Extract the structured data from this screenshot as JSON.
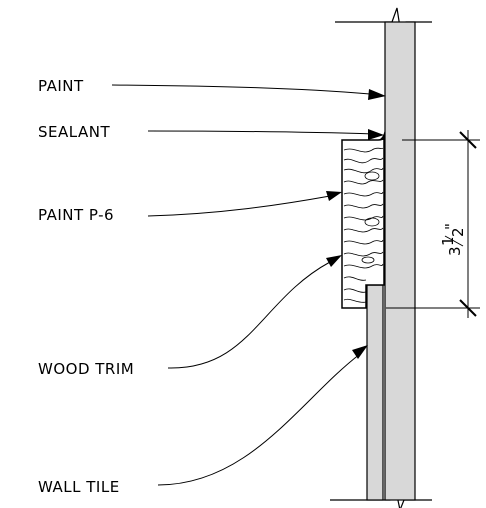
{
  "labels": {
    "paint": "PAINT",
    "sealant": "SEALANT",
    "paint_p6": "PAINT P-6",
    "wood_trim": "WOOD TRIM",
    "wall_tile": "WALL TILE"
  },
  "dimension": {
    "whole": "3",
    "numerator": "1",
    "denominator": "2",
    "unit": "\""
  },
  "colors": {
    "wall_fill": "#d8d8d8",
    "tile_fill": "#d8d8d8",
    "line": "#000000"
  }
}
